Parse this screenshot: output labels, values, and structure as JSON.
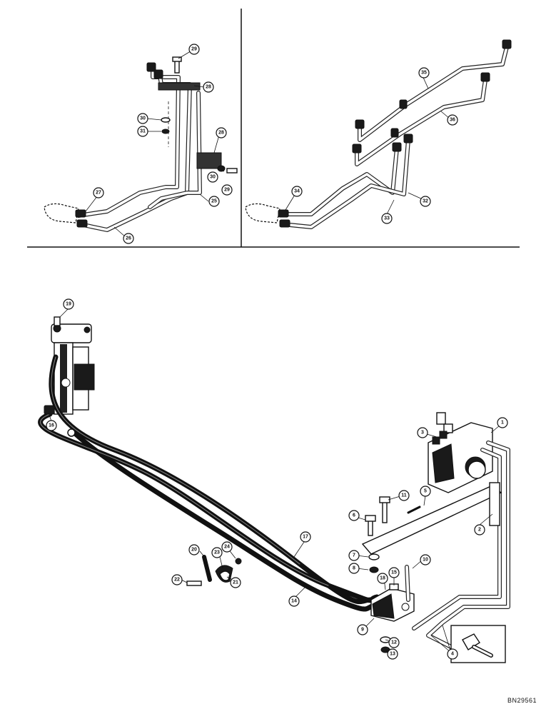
{
  "drawing_code": "BN29561",
  "callouts": {
    "c1": "1",
    "c2": "2",
    "c3": "3",
    "c4": "4",
    "c5": "5",
    "c6": "6",
    "c7": "7",
    "c8": "8",
    "c9": "9",
    "c10": "10",
    "c11": "11",
    "c12": "12",
    "c13": "13",
    "c14": "14",
    "c15": "15",
    "c16": "16",
    "c17": "17",
    "c18": "18",
    "c19": "19",
    "c20": "20",
    "c21": "21",
    "c22": "22",
    "c23": "23",
    "c24": "24",
    "c25": "25",
    "c26": "26",
    "c27": "27",
    "c28a": "28",
    "c28b": "28",
    "c29a": "29",
    "c29b": "29",
    "c30a": "30",
    "c30b": "30",
    "c31": "31",
    "c32": "32",
    "c33": "33",
    "c34": "34",
    "c35": "35",
    "c36": "36"
  }
}
